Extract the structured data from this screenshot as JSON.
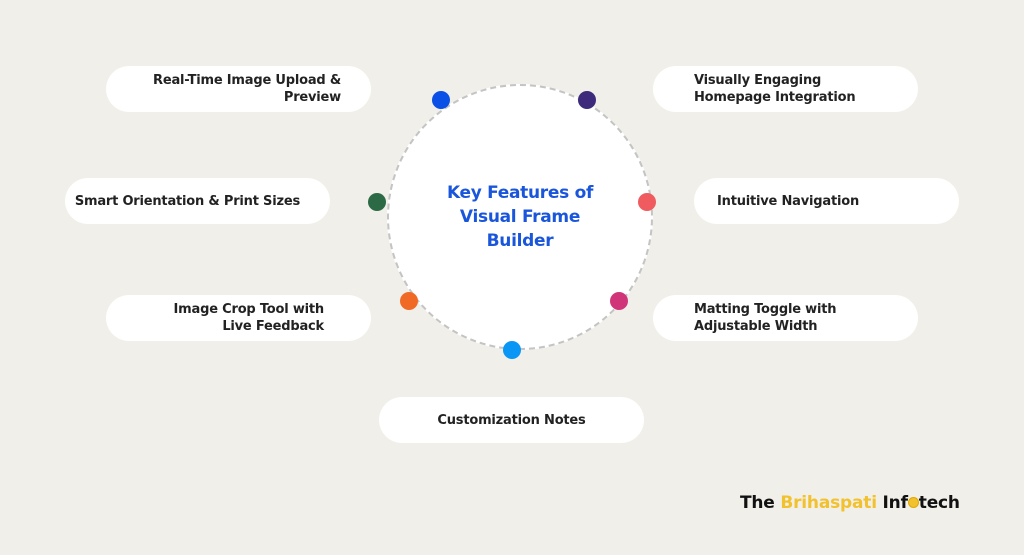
{
  "center": {
    "title": "Key Features of Visual Frame Builder"
  },
  "features": [
    {
      "label": "Real-Time Image Upload & Preview",
      "side": "left",
      "dot_color": "#0a4fe6"
    },
    {
      "label": "Smart Orientation & Print Sizes",
      "side": "left",
      "dot_color": "#2b6a45"
    },
    {
      "label": "Image Crop Tool with Live Feedback",
      "side": "left",
      "dot_color": "#f06a25"
    },
    {
      "label": "Customization Notes",
      "side": "bottom",
      "dot_color": "#0a96f5"
    },
    {
      "label": "Matting Toggle with Adjustable Width",
      "side": "right",
      "dot_color": "#d0357a"
    },
    {
      "label": "Intuitive Navigation",
      "side": "right",
      "dot_color": "#ef5b5e"
    },
    {
      "label": "Visually Engaging Homepage Integration",
      "side": "right",
      "dot_color": "#3d2a7a"
    }
  ],
  "logo": {
    "part1": "The ",
    "part2": "Brihaspati",
    "part3": " Inf",
    "part4": "tech"
  },
  "colors": {
    "background": "#f1efe9",
    "title": "#1a56db",
    "logo_gold": "#f2c12e"
  }
}
